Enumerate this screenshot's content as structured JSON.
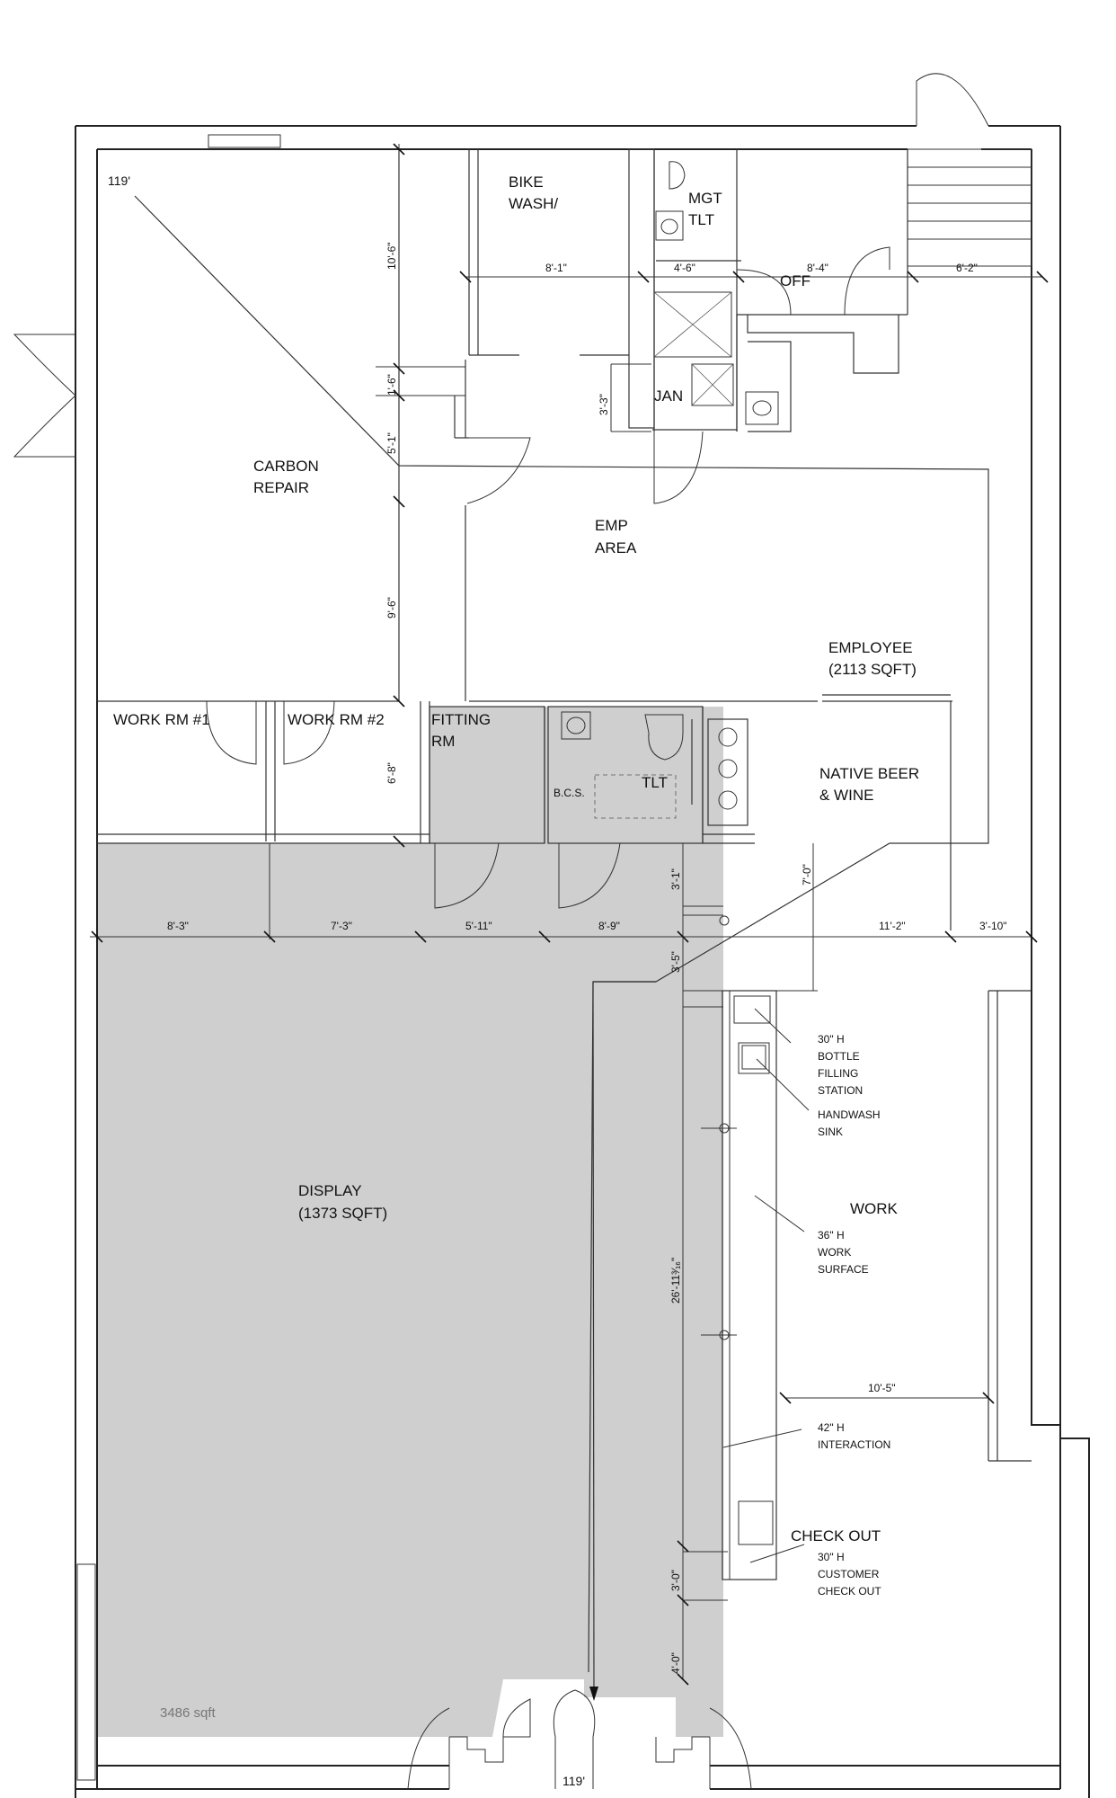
{
  "title_top": "119'",
  "title_bottom": "119'",
  "total_area": "3486 sqft",
  "rooms": {
    "bike_wash": [
      "BIKE",
      "WASH/"
    ],
    "mgt_tlt": [
      "MGT",
      "TLT"
    ],
    "off": "OFF",
    "jan": "JAN",
    "carbon_repair": [
      "CARBON",
      "REPAIR"
    ],
    "emp_area": [
      "EMP",
      "AREA"
    ],
    "employee": [
      "EMPLOYEE",
      "(2113 SQFT)"
    ],
    "work_rm_1": "WORK RM #1",
    "work_rm_2": "WORK RM #2",
    "fitting_rm": [
      "FITTING",
      "RM"
    ],
    "tlt": "TLT",
    "bcs": "B.C.S.",
    "native_beer": [
      "NATIVE BEER",
      "& WINE"
    ],
    "display": [
      "DISPLAY",
      "(1373 SQFT)"
    ],
    "work": "WORK",
    "check_out": "CHECK OUT"
  },
  "notes": {
    "bottle_filling": [
      "30\" H",
      "BOTTLE",
      "FILLING",
      "STATION"
    ],
    "handwash": [
      "HANDWASH",
      "SINK"
    ],
    "work_surface": [
      "36\" H",
      "WORK",
      "SURFACE"
    ],
    "interaction": [
      "42\" H",
      "INTERACTION"
    ],
    "customer_checkout": [
      "30\" H",
      "CUSTOMER",
      "CHECK OUT"
    ]
  },
  "dimensions": {
    "d_10_6": "10'-6\"",
    "d_8_1": "8'-1\"",
    "d_4_6": "4'-6\"",
    "d_8_4": "8'-4\"",
    "d_6_2": "6'-2\"",
    "d_1_6": "1'-6\"",
    "d_3_3": "3'-3\"",
    "d_5_1": "5'-1\"",
    "d_9_6": "9'-6\"",
    "d_6_8": "6'-8\"",
    "d_3_1": "3'-1\"",
    "d_7_0": "7'-0\"",
    "d_8_3": "8'-3\"",
    "d_7_3": "7'-3\"",
    "d_5_11": "5'-11\"",
    "d_8_9": "8'-9\"",
    "d_11_2": "11'-2\"",
    "d_3_10": "3'-10\"",
    "d_3_5": "3'-5\"",
    "d_26": "26'-11³⁄₁₆\"",
    "d_10_5": "10'-5\"",
    "d_3_0": "3'-0\"",
    "d_4_0": "4'-0\""
  }
}
